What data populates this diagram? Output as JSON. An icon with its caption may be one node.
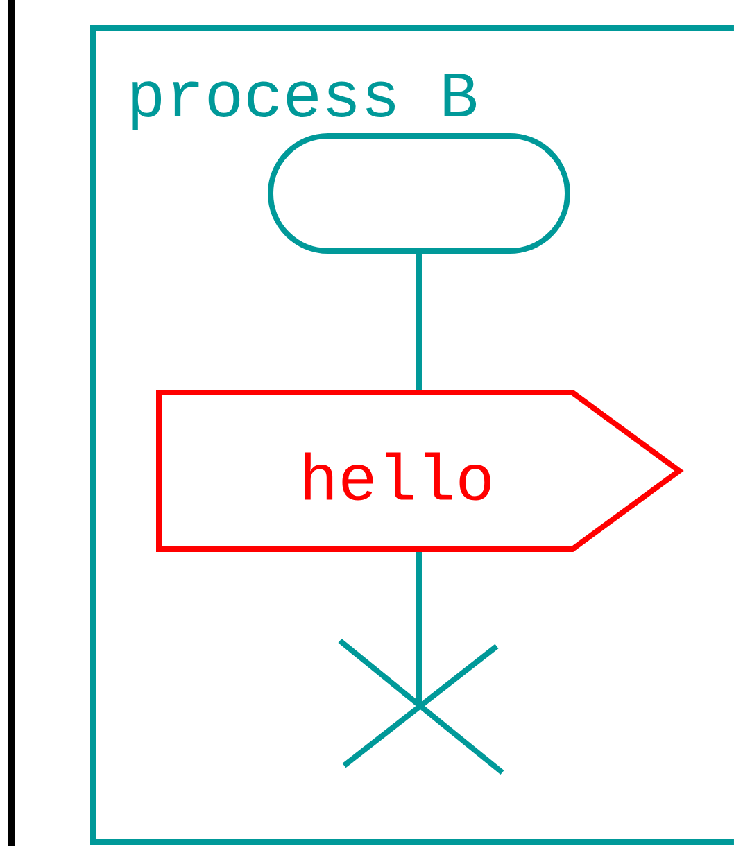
{
  "diagram": {
    "nodes": [
      {
        "text": [
          "process B"
        ]
      },
      {
        "text": [],
        "shape": "capsule",
        "in": 0
      },
      {
        "text": [
          "hello"
        ],
        "in": 0
      },
      {
        "text": [],
        "shape": "cross",
        "in": 0
      }
    ],
    "edges": [
      {
        "from": 1,
        "to": 2,
        "arrow": "none"
      },
      {
        "from": 2,
        "to": 3,
        "arrow": "none"
      }
    ]
  }
}
